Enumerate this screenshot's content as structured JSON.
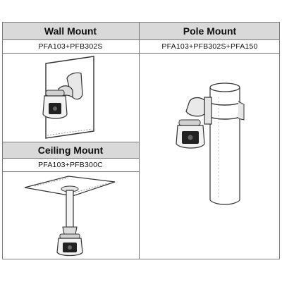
{
  "mounts": [
    {
      "title": "Wall Mount",
      "code": "PFA103+PFB302S"
    },
    {
      "title": "Pole Mount",
      "code": "PFA103+PFB302S+PFA150"
    },
    {
      "title": "Ceiling Mount",
      "code": "PFA103+PFB300C"
    }
  ]
}
